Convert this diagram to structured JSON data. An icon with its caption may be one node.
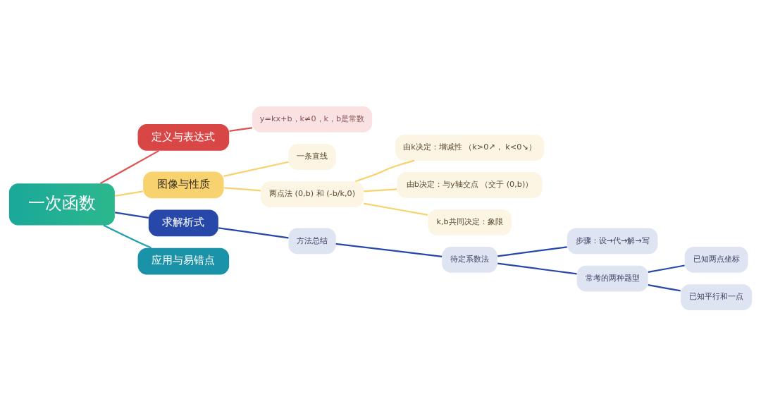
{
  "diagram": {
    "nodes": [
      {
        "text": [
          "一次函数"
        ]
      },
      {
        "text": [
          "定义与表达式"
        ]
      },
      {
        "text": [
          "y=kx+b，k≠0，k，b是常数"
        ]
      },
      {
        "text": [
          "图像与性质"
        ]
      },
      {
        "text": [
          "一条直线"
        ]
      },
      {
        "text": [
          "两点法 (0,b) 和 (-b/k,0)"
        ]
      },
      {
        "text": [
          "由k决定：增减性 （k>0↗， k<0↘）"
        ]
      },
      {
        "text": [
          "由b决定：与y轴交点 （交于 (0,b)）"
        ]
      },
      {
        "text": [
          "k,b共同决定：象限"
        ]
      },
      {
        "text": [
          "求解析式"
        ]
      },
      {
        "text": [
          "方法总结"
        ]
      },
      {
        "text": [
          "待定系数法"
        ]
      },
      {
        "text": [
          "步骤：设→代→解→写"
        ]
      },
      {
        "text": [
          "常考的两种题型"
        ]
      },
      {
        "text": [
          "已知两点坐标"
        ]
      },
      {
        "text": [
          "已知平行和一点"
        ]
      },
      {
        "text": [
          "应用与易错点"
        ]
      }
    ],
    "edges": [
      {
        "from": 0,
        "to": 1,
        "arrow": "none",
        "color": "#e05252"
      },
      {
        "from": 1,
        "to": 2,
        "arrow": "none",
        "color": "#e05252"
      },
      {
        "from": 0,
        "to": 3,
        "arrow": "none",
        "color": "#f8d26e"
      },
      {
        "from": 3,
        "to": 4,
        "arrow": "none",
        "color": "#f8d26e"
      },
      {
        "from": 3,
        "to": 5,
        "arrow": "none",
        "color": "#f8d26e"
      },
      {
        "from": 5,
        "to": 6,
        "arrow": "none",
        "color": "#f8d26e"
      },
      {
        "from": 5,
        "to": 7,
        "arrow": "none",
        "color": "#f8d26e"
      },
      {
        "from": 5,
        "to": 8,
        "arrow": "none",
        "color": "#f8d26e"
      },
      {
        "from": 0,
        "to": 9,
        "arrow": "none"
      },
      {
        "from": 9,
        "to": 10,
        "arrow": "none"
      },
      {
        "from": 10,
        "to": 11,
        "arrow": "none"
      },
      {
        "from": 11,
        "to": 12,
        "arrow": "none"
      },
      {
        "from": 11,
        "to": 13,
        "arrow": "none"
      },
      {
        "from": 13,
        "to": 14,
        "arrow": "none"
      },
      {
        "from": 13,
        "to": 15,
        "arrow": "none"
      },
      {
        "from": 0,
        "to": 16,
        "arrow": "none",
        "color": "#1f9fb0"
      }
    ]
  }
}
